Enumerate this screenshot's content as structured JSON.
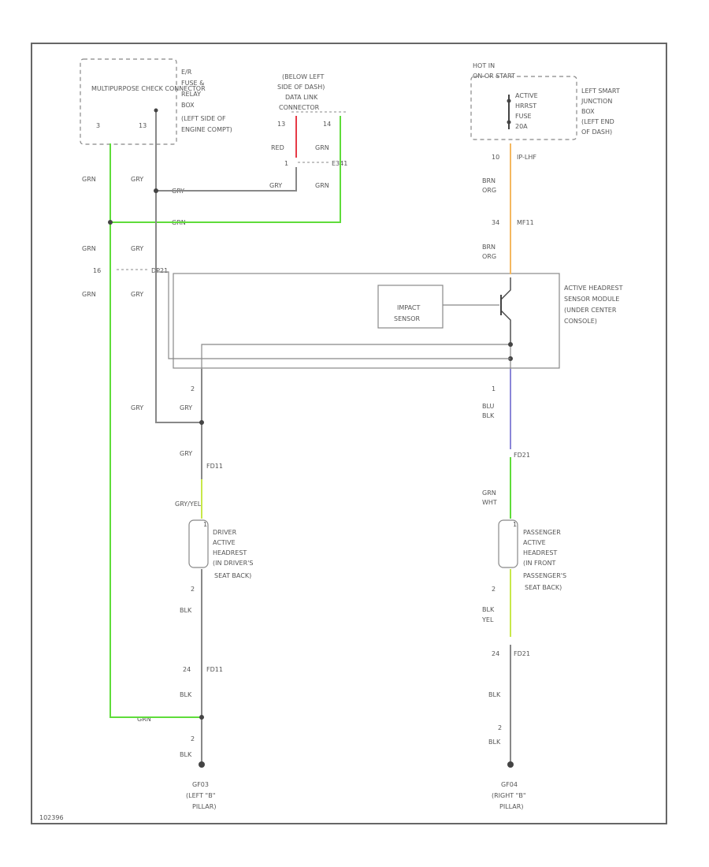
{
  "colors": {
    "wire_default": "#888888",
    "wire_grn": "#5fdc3a",
    "wire_red": "#e63946",
    "wire_orange": "#f4b860",
    "wire_blue": "#8a86d8",
    "wire_yellow_green": "#c8e84a"
  },
  "components": {
    "mpc_connector": "MULTIPURPOSE CHECK CONNECTOR",
    "mpc_location": [
      "E/R",
      "FUSE &",
      "RELAY",
      "BOX",
      "(LEFT SIDE OF",
      "ENGINE COMPT)"
    ],
    "dlc_location": [
      "(BELOW LEFT",
      "SIDE OF DASH)",
      "DATA LINK",
      "CONNECTOR"
    ],
    "hot_in": [
      "HOT IN",
      "ON OR START"
    ],
    "fuse_label": [
      "ACTIVE",
      "HRRST",
      "FUSE",
      "20A"
    ],
    "junction_box": [
      "LEFT SMART",
      "JUNCTION",
      "BOX",
      "(LEFT END",
      "OF DASH)"
    ],
    "sensor_module": [
      "ACTIVE HEADREST",
      "SENSOR MODULE",
      "(UNDER CENTER",
      "CONSOLE)"
    ],
    "impact_sensor": [
      "IMPACT",
      "SENSOR"
    ],
    "driver_headrest": [
      "DRIVER",
      "ACTIVE",
      "HEADREST",
      "(IN DRIVER'S",
      "SEAT BACK)"
    ],
    "passenger_headrest": [
      "PASSENGER",
      "ACTIVE",
      "HEADREST",
      "(IN FRONT",
      "PASSENGER'S",
      "SEAT BACK)"
    ],
    "ground_left": [
      "GF03",
      "(LEFT \"B\"",
      "PILLAR)"
    ],
    "ground_right": [
      "GF04",
      "(RIGHT \"B\"",
      "PILLAR)"
    ]
  },
  "pins": {
    "mpc_3": "3",
    "mpc_13": "13",
    "dlc_13": "13",
    "dlc_14": "14",
    "fuse_10": "10",
    "conn_e_pin": "1",
    "c_16": "16",
    "c_34": "34",
    "mod_2": "2",
    "mod_1": "1",
    "dh_1": "1",
    "dh_2": "2",
    "ph_1": "1",
    "ph_2": "2",
    "l_24": "24",
    "r_24": "24",
    "l_gnd_pin": "2",
    "r_gnd_pin": "2"
  },
  "connectors": {
    "e341": "E341",
    "ip_lhf": "IP-LHF",
    "mf11": "MF11",
    "dp21": "DP21",
    "fd11": "FD11",
    "fd21": "FD21",
    "fd11_b": "FD11",
    "fd21_b": "FD21"
  },
  "wire_colors": {
    "grn": "GRN",
    "gry": "GRY",
    "red": "RED",
    "brn_org": [
      "BRN",
      "ORG"
    ],
    "blu_blk": [
      "BLU",
      "BLK"
    ],
    "gry_yel": "GRY/YEL",
    "grn_wht": [
      "GRN",
      "WHT"
    ],
    "blk": "BLK",
    "blk_yel": [
      "BLK",
      "YEL"
    ]
  },
  "figure_id": "102396"
}
